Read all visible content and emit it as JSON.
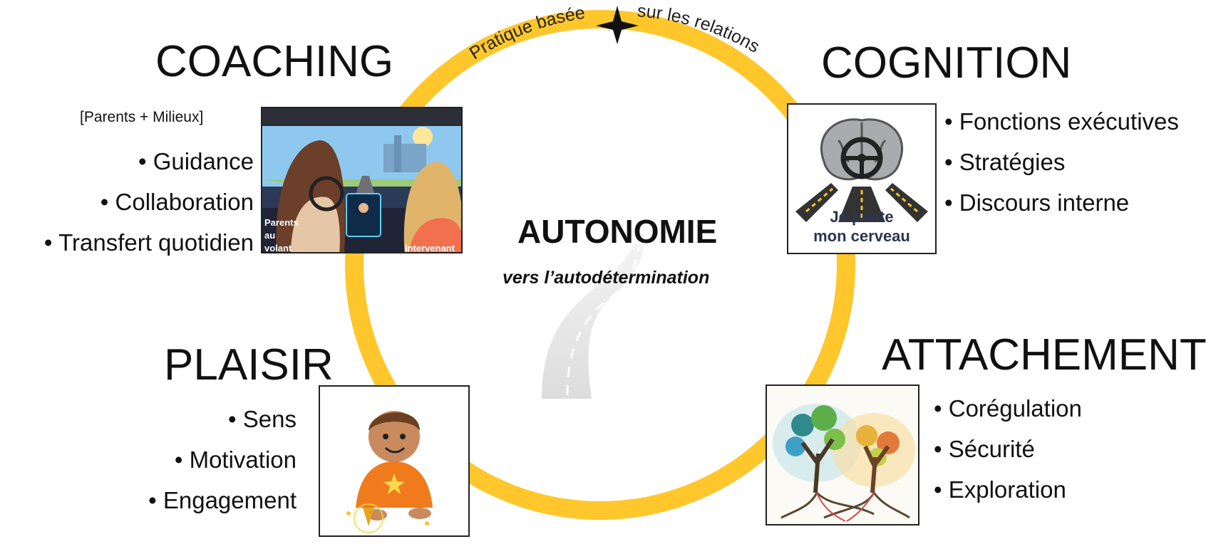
{
  "center": {
    "title": "AUTONOMIE",
    "subtitle": "vers l’autodétermination"
  },
  "ring": {
    "arc_text_left": "Pratique basée",
    "arc_text_right": "sur les relations",
    "color": "#FFC72C"
  },
  "coaching": {
    "title": "COACHING",
    "note": "[Parents + Milieux]",
    "bullets": [
      "Guidance",
      "Collaboration",
      "Transfert quotidien"
    ],
    "image_labels": {
      "left": [
        "Parents",
        "au",
        "volant"
      ],
      "right": "Intervenant"
    }
  },
  "cognition": {
    "title": "COGNITION",
    "bullets": [
      "Fonctions exécutives",
      "Stratégies",
      "Discours interne"
    ],
    "image_label": [
      "Je pilote",
      "mon cerveau"
    ]
  },
  "plaisir": {
    "title": "PLAISIR",
    "bullets": [
      "Sens",
      "Motivation",
      "Engagement"
    ]
  },
  "attachement": {
    "title": "ATTACHEMENT",
    "bullets": [
      "Corégulation",
      "Sécurité",
      "Exploration"
    ]
  },
  "icons": {
    "star": "four-point-star-icon",
    "road": "winding-road-icon",
    "car": "car-interior-illustration",
    "brain": "brain-steering-wheel-illustration",
    "child": "child-spinning-top-illustration",
    "trees": "two-trees-roots-illustration"
  }
}
